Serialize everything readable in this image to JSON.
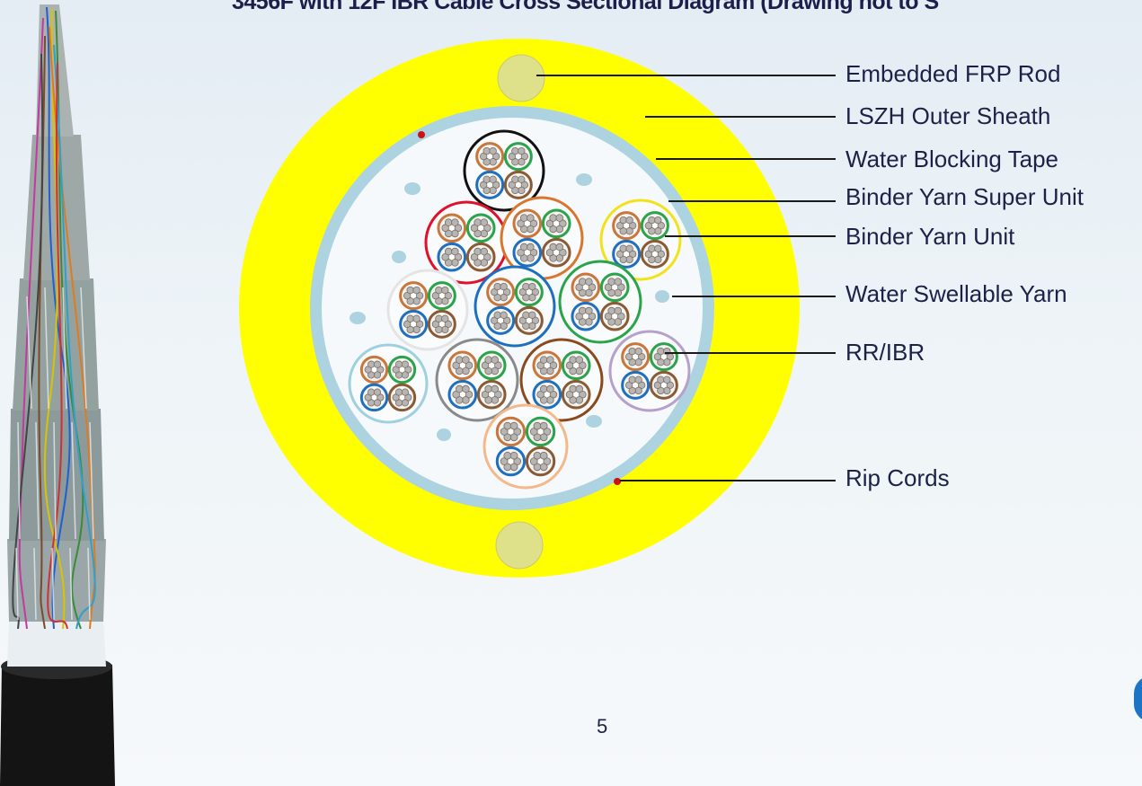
{
  "title": "3456F with 12F IBR Cable Cross Sectional Diagram (Drawing not to S",
  "labels": {
    "frp_rod": "Embedded FRP Rod",
    "outer_sheath": "LSZH Outer Sheath",
    "water_blocking_tape": "Water Blocking Tape",
    "binder_super_unit": "Binder Yarn Super Unit",
    "binder_unit": "Binder Yarn Unit",
    "swellable_yarn": "Water Swellable Yarn",
    "rr_ibr": "RR/IBR",
    "rip_cords": "Rip Cords"
  },
  "page_number": "5",
  "colors": {
    "jacket": "#ffff00",
    "tape": "#add3e0",
    "core": "#f5f9fb",
    "frp_rod": "#dfe08a",
    "swellable_yarn": "#add3e0",
    "rip_cord": "#cc1111",
    "tube_orange": "#c9763a",
    "tube_green": "#2aa34a",
    "tube_blue": "#1f6fbf",
    "tube_brown": "#8a5a33",
    "label_text": "#1d2148"
  },
  "super_unit_binder_colors": [
    "black",
    "red",
    "orange",
    "yellow",
    "white",
    "blue",
    "green",
    "light-blue",
    "gray",
    "brown",
    "violet",
    "peach"
  ]
}
